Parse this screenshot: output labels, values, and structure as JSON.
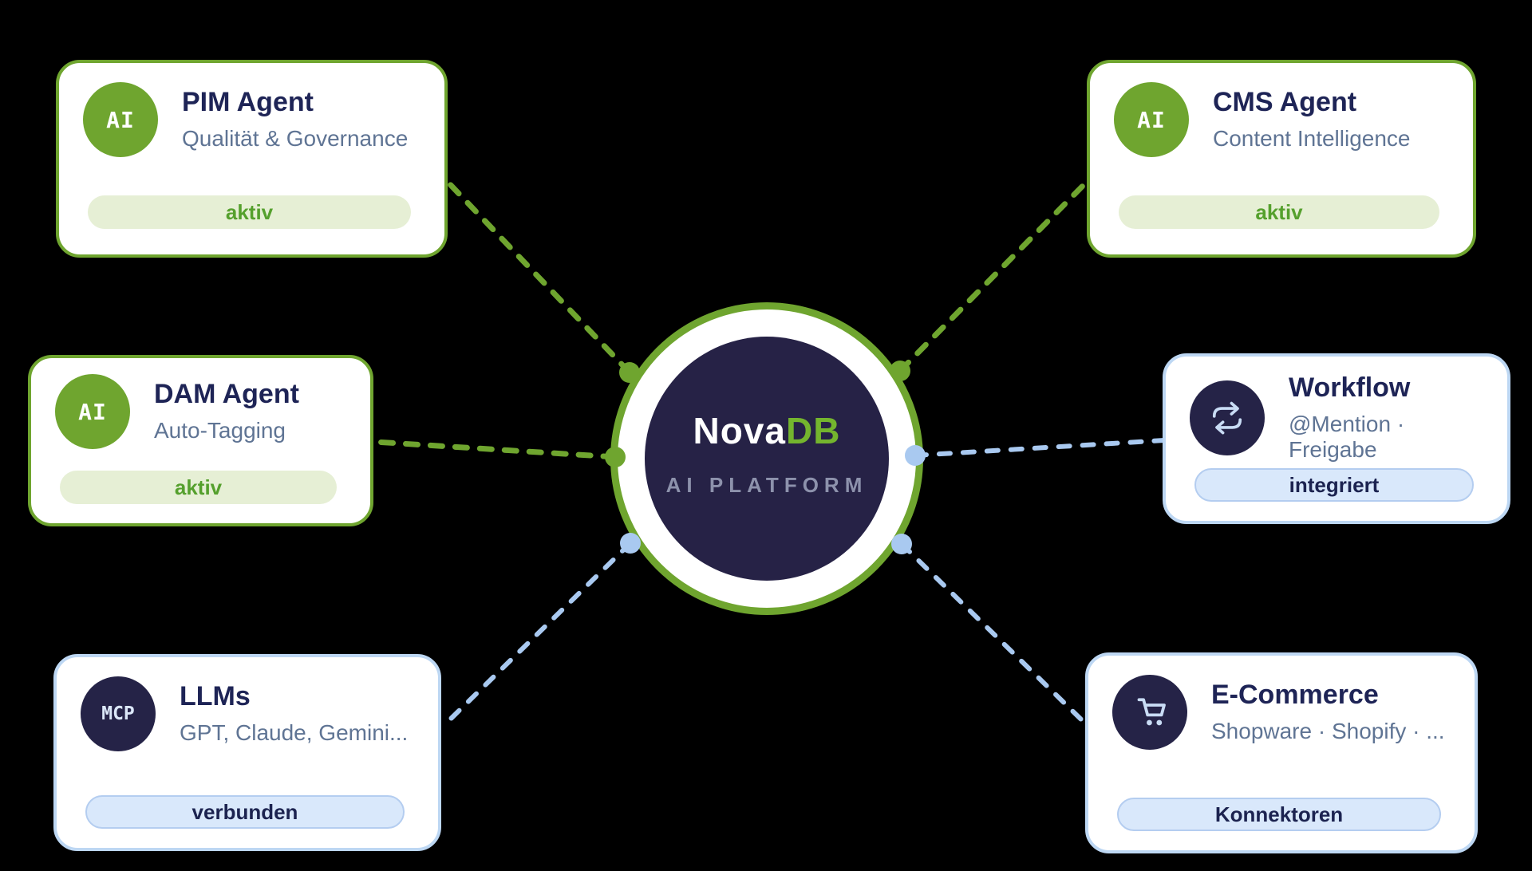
{
  "center": {
    "brand_primary": "Nova",
    "brand_accent": "DB",
    "subtitle": "AI PLATFORM"
  },
  "cards": [
    {
      "id": "pim-agent",
      "icon": "ai-badge-icon",
      "icon_label": "AI",
      "title": "PIM Agent",
      "subtitle": "Qualität & Governance",
      "badge": "aktiv",
      "theme": "green"
    },
    {
      "id": "cms-agent",
      "icon": "ai-badge-icon",
      "icon_label": "AI",
      "title": "CMS Agent",
      "subtitle": "Content Intelligence",
      "badge": "aktiv",
      "theme": "green"
    },
    {
      "id": "dam-agent",
      "icon": "ai-badge-icon",
      "icon_label": "AI",
      "title": "DAM Agent",
      "subtitle": "Auto-Tagging",
      "badge": "aktiv",
      "theme": "green"
    },
    {
      "id": "workflow",
      "icon": "sync-arrows-icon",
      "icon_label": "",
      "title": "Workflow",
      "subtitle": "@Mention · Freigabe",
      "badge": "integriert",
      "theme": "blue"
    },
    {
      "id": "llms",
      "icon": "mcp-badge-icon",
      "icon_label": "MCP",
      "title": "LLMs",
      "subtitle": "GPT, Claude, Gemini...",
      "badge": "verbunden",
      "theme": "blue"
    },
    {
      "id": "ecommerce",
      "icon": "shopping-cart-icon",
      "icon_label": "",
      "title": "E-Commerce",
      "subtitle": "Shopware · Shopify · ...",
      "badge": "Konnektoren",
      "theme": "blue"
    }
  ],
  "colors": {
    "background": "#000000",
    "green_accent": "#6fa52f",
    "green_badge_bg": "#e6efd5",
    "green_badge_text": "#55a02d",
    "navy": "#262246",
    "title_navy": "#1e2456",
    "subtitle_gray": "#5f7494",
    "blue_border": "#bdd7f3",
    "blue_badge_bg": "#d9e8fb",
    "blue_badge_text": "#1c2350",
    "blue_dash": "#a9c9f0",
    "brand_green": "#74b52e",
    "platform_gray": "#8d92ac"
  }
}
